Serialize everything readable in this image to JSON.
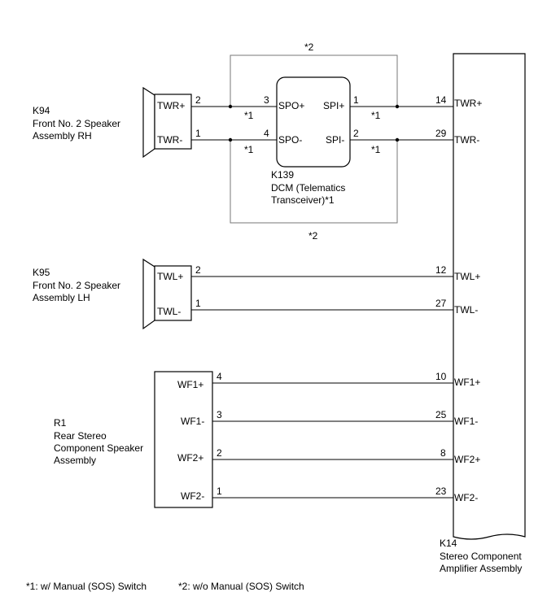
{
  "k94": {
    "code": "K94",
    "name_line1": "Front No. 2 Speaker",
    "name_line2": "Assembly RH",
    "pin_pos": "TWR+",
    "pin_neg": "TWR-"
  },
  "k95": {
    "code": "K95",
    "name_line1": "Front No. 2 Speaker",
    "name_line2": "Assembly LH",
    "pin_pos": "TWL+",
    "pin_neg": "TWL-"
  },
  "r1": {
    "code": "R1",
    "name_line1": "Rear Stereo",
    "name_line2": "Component Speaker",
    "name_line3": "Assembly",
    "pins": [
      "WF1+",
      "WF1-",
      "WF2+",
      "WF2-"
    ],
    "pin_numbers": [
      "4",
      "3",
      "2",
      "1"
    ]
  },
  "k139": {
    "code": "K139",
    "name_line1": "DCM (Telematics",
    "name_line2": "Transceiver)*1",
    "pin_spo_pos": "SPO+",
    "pin_spo_neg": "SPO-",
    "pin_spi_pos": "SPI+",
    "pin_spi_neg": "SPI-",
    "num_spo_pos": "3",
    "num_spo_neg": "4",
    "num_spi_pos": "1",
    "num_spi_neg": "2"
  },
  "k14": {
    "code": "K14",
    "name_line1": "Stereo Component",
    "name_line2": "Amplifier Assembly",
    "pins": [
      "TWR+",
      "TWR-",
      "TWL+",
      "TWL-",
      "WF1+",
      "WF1-",
      "WF2+",
      "WF2-"
    ],
    "pin_numbers": [
      "14",
      "29",
      "12",
      "27",
      "10",
      "25",
      "8",
      "23"
    ]
  },
  "k94_pin_numbers": [
    "2",
    "1"
  ],
  "k95_pin_numbers": [
    "2",
    "1"
  ],
  "marks": {
    "star1": "*1",
    "star2": "*2"
  },
  "footnotes": {
    "note1": "*1: w/ Manual (SOS) Switch",
    "note2": "*2: w/o Manual (SOS) Switch"
  }
}
